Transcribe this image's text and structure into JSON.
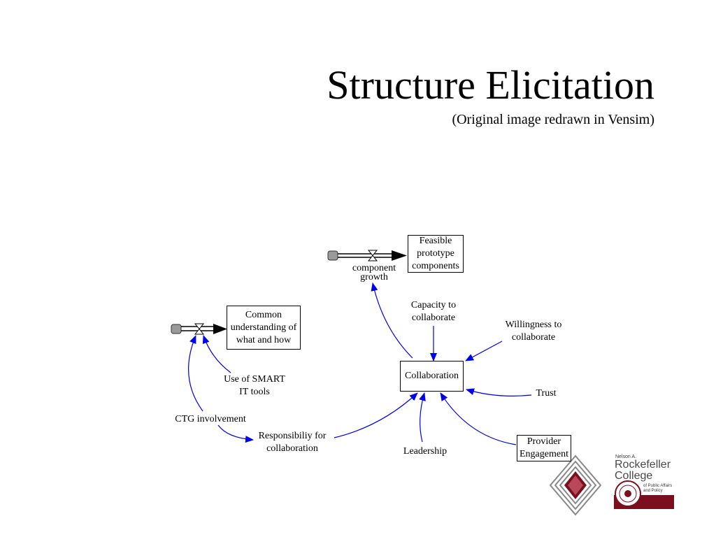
{
  "slide": {
    "title": "Structure Elicitation",
    "subtitle": "(Original image redrawn in Vensim)"
  },
  "diagram": {
    "feasible_prototype": [
      "Feasible",
      "prototype",
      "components"
    ],
    "component_growth": [
      "component",
      "growth"
    ],
    "common_understanding": [
      "Common",
      "understanding of",
      "what and how"
    ],
    "capacity": [
      "Capacity to",
      "collaborate"
    ],
    "willingness": [
      "Willingness to",
      "collaborate"
    ],
    "collaboration": "Collaboration",
    "use_smart": [
      "Use of SMART",
      "IT tools"
    ],
    "trust": "Trust",
    "ctg": "CTG involvement",
    "responsibility": [
      "Responsibiliy for",
      "collaboration"
    ],
    "leadership": "Leadership",
    "provider": [
      "Provider",
      "Engagement"
    ],
    "arrow_color": "#0000ee"
  },
  "logo": {
    "line1": "Nelson A.",
    "line2": "Rockefeller",
    "line3": "College",
    "line4": "of Public Affairs",
    "line5": "and Policy",
    "brand_color": "#7a0f1e"
  }
}
